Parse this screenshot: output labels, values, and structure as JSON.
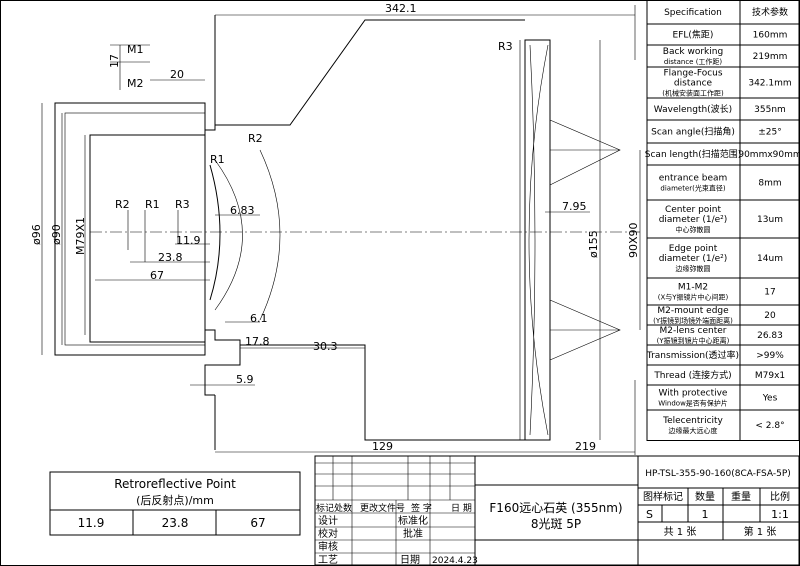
{
  "drawing": {
    "dimensions": {
      "total_length": "342.1",
      "m1": "M1",
      "m2": "M2",
      "m1_m2": "17",
      "m2_edge": "20",
      "r1_label": "R1",
      "r2_label": "R2",
      "r3_label": "R3",
      "r2_left": "R2",
      "r1_left": "R1",
      "r3_left": "R3",
      "d_6_83": "6.83",
      "d_11_9": "11.9",
      "d_23_8": "23.8",
      "d_67": "67",
      "dia_96": "ø96",
      "dia_90": "ø90",
      "thread": "M79X1",
      "d_6_1": "6.1",
      "d_17_8": "17.8",
      "d_30_3": "30.3",
      "d_5_9": "5.9",
      "d_129": "129",
      "d_219": "219",
      "d_7_95": "7.95",
      "dia_155": "ø155",
      "scan": "90X90"
    }
  },
  "retroreflective": {
    "title": "Retroreflective Point",
    "subtitle": "(后反射点)/mm",
    "values": [
      "11.9",
      "23.8",
      "67"
    ]
  },
  "spec_table": {
    "header": [
      "Specification",
      "技术参数"
    ],
    "rows": [
      {
        "label": [
          "EFL(焦距)"
        ],
        "value": "160mm"
      },
      {
        "label": [
          "Back working",
          "distance (工作距)"
        ],
        "value": "219mm"
      },
      {
        "label": [
          "Flange-Focus",
          "distance",
          "(机械安装面工作距)"
        ],
        "value": "342.1mm"
      },
      {
        "label": [
          "Wavelength(波长)"
        ],
        "value": "355nm"
      },
      {
        "label": [
          "Scan angle(扫描角)"
        ],
        "value": "±25°"
      },
      {
        "label": [
          "Scan length(扫描范围)"
        ],
        "value": "90mmx90mm"
      },
      {
        "label": [
          "entrance beam",
          "diameter(光束直径)"
        ],
        "value": "8mm"
      },
      {
        "label": [
          "Center point",
          "diameter (1/e²)",
          "中心弥散圆"
        ],
        "value": "13um"
      },
      {
        "label": [
          "Edge point",
          "diameter (1/e²)",
          "边缘弥散圆"
        ],
        "value": "14um"
      },
      {
        "label": [
          "M1-M2",
          "(X与Y振镜片中心间距)"
        ],
        "value": "17"
      },
      {
        "label": [
          "M2-mount edge",
          "(Y振镜到场镜外端面距离)"
        ],
        "value": "20"
      },
      {
        "label": [
          "M2-lens center",
          "(Y振镜到镜片中心距离)"
        ],
        "value": "26.83"
      },
      {
        "label": [
          "Transmission(透过率)"
        ],
        "value": ">99%"
      },
      {
        "label": [
          "Thread (连接方式)"
        ],
        "value": "M79x1"
      },
      {
        "label": [
          "With protective",
          "Window是否有保护片"
        ],
        "value": "Yes"
      },
      {
        "label": [
          "Telecentricity",
          "边缘最大远心度"
        ],
        "value": "< 2.8°"
      }
    ]
  },
  "title_block": {
    "part_number": "HP-TSL-355-90-160(8CA-FSA-5P)",
    "title_line1": "F160远心石英 (355nm)",
    "title_line2": "8光斑 5P",
    "rev_headers": [
      "标记",
      "处数",
      "更改文件号",
      "签  字",
      "日  期"
    ],
    "design": "设计",
    "standardize": "标准化",
    "check": "校对",
    "approve": "批准",
    "review": "审核",
    "process": "工艺",
    "date_label": "日期",
    "date": "2024.4.23",
    "col_headers": [
      "图样标记",
      "数量",
      "重量",
      "比例"
    ],
    "mark": "S",
    "quantity": "1",
    "scale": "1:1",
    "total_sheets": "共 1 张",
    "sheet_no": "第 1 张"
  }
}
